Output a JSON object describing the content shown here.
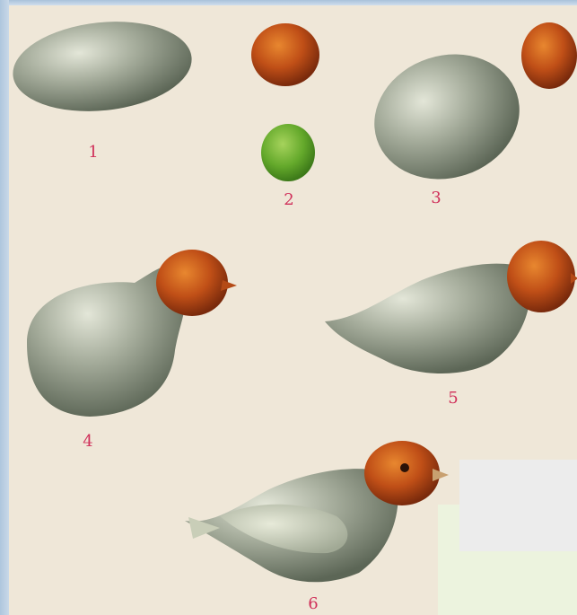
{
  "step_labels": {
    "s1": "1",
    "s2": "2",
    "s3": "3",
    "s4": "4",
    "s5": "5",
    "s6": "6"
  },
  "colors": {
    "paper": "#efe7d8",
    "body_gray": "#9aa391",
    "head_orange": "#c85a1e",
    "ball_green": "#6cae34",
    "label_pink": "#d0305a",
    "frame_blue": "#b9cde0"
  }
}
